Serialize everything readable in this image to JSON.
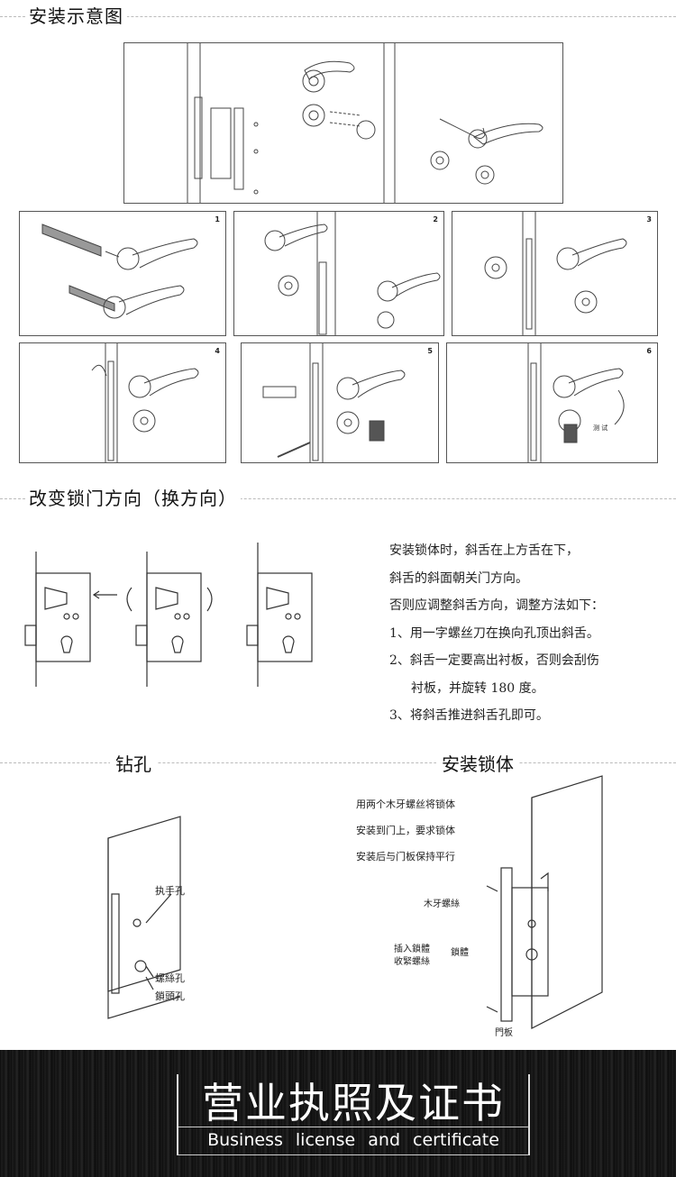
{
  "sections": {
    "install_title": "安装示意图",
    "direction_title": "改变锁门方向（换方向）"
  },
  "panel_numbers": [
    "1",
    "2",
    "3",
    "4",
    "5",
    "6"
  ],
  "direction_instructions": [
    "安装锁体时，斜舌在上方舌在下，",
    "斜舌的斜面朝关门方向。",
    "否则应调整斜舌方向，调整方法如下：",
    "1、用一字螺丝刀在换向孔顶出斜舌。",
    "2、斜舌一定要高出衬板，否则会刮伤",
    "衬板，并旋转 180 度。",
    "3、将斜舌推进斜舌孔即可。"
  ],
  "panel6_label": "测 试",
  "drilling": {
    "title": "钻孔",
    "labels": [
      "执手孔",
      "螺絲孔",
      "鎖頭孔"
    ]
  },
  "lock_body": {
    "title": "安装锁体",
    "description": [
      "用两个木牙螺丝将锁体",
      "安装到门上，要求锁体",
      "安装后与门板保持平行"
    ],
    "labels": [
      "木牙螺絲",
      "插入鎖體",
      "收緊螺絲",
      "鎖體",
      "門板"
    ]
  },
  "banner": {
    "title": "营业执照及证书",
    "subtitle": "Business license and certificate"
  },
  "colors": {
    "banner_bg": "#141414",
    "banner_text": "#ffffff",
    "line": "#555555"
  }
}
